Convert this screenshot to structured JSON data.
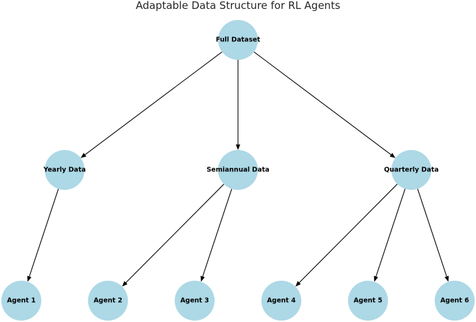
{
  "diagram": {
    "title": "Adaptable Data Structure for RL Agents",
    "node_color": "#add8e6",
    "edge_color": "#000000",
    "nodes": [
      {
        "id": "full",
        "label": "Full Dataset"
      },
      {
        "id": "yearly",
        "label": "Yearly Data"
      },
      {
        "id": "semiannual",
        "label": "Semiannual Data"
      },
      {
        "id": "quarterly",
        "label": "Quarterly Data"
      },
      {
        "id": "agent1",
        "label": "Agent 1"
      },
      {
        "id": "agent2",
        "label": "Agent 2"
      },
      {
        "id": "agent3",
        "label": "Agent 3"
      },
      {
        "id": "agent4",
        "label": "Agent 4"
      },
      {
        "id": "agent5",
        "label": "Agent 5"
      },
      {
        "id": "agent6",
        "label": "Agent 6"
      }
    ],
    "edges": [
      {
        "from": "full",
        "to": "yearly"
      },
      {
        "from": "full",
        "to": "semiannual"
      },
      {
        "from": "full",
        "to": "quarterly"
      },
      {
        "from": "yearly",
        "to": "agent1"
      },
      {
        "from": "semiannual",
        "to": "agent2"
      },
      {
        "from": "semiannual",
        "to": "agent3"
      },
      {
        "from": "quarterly",
        "to": "agent4"
      },
      {
        "from": "quarterly",
        "to": "agent5"
      },
      {
        "from": "quarterly",
        "to": "agent6"
      }
    ]
  }
}
